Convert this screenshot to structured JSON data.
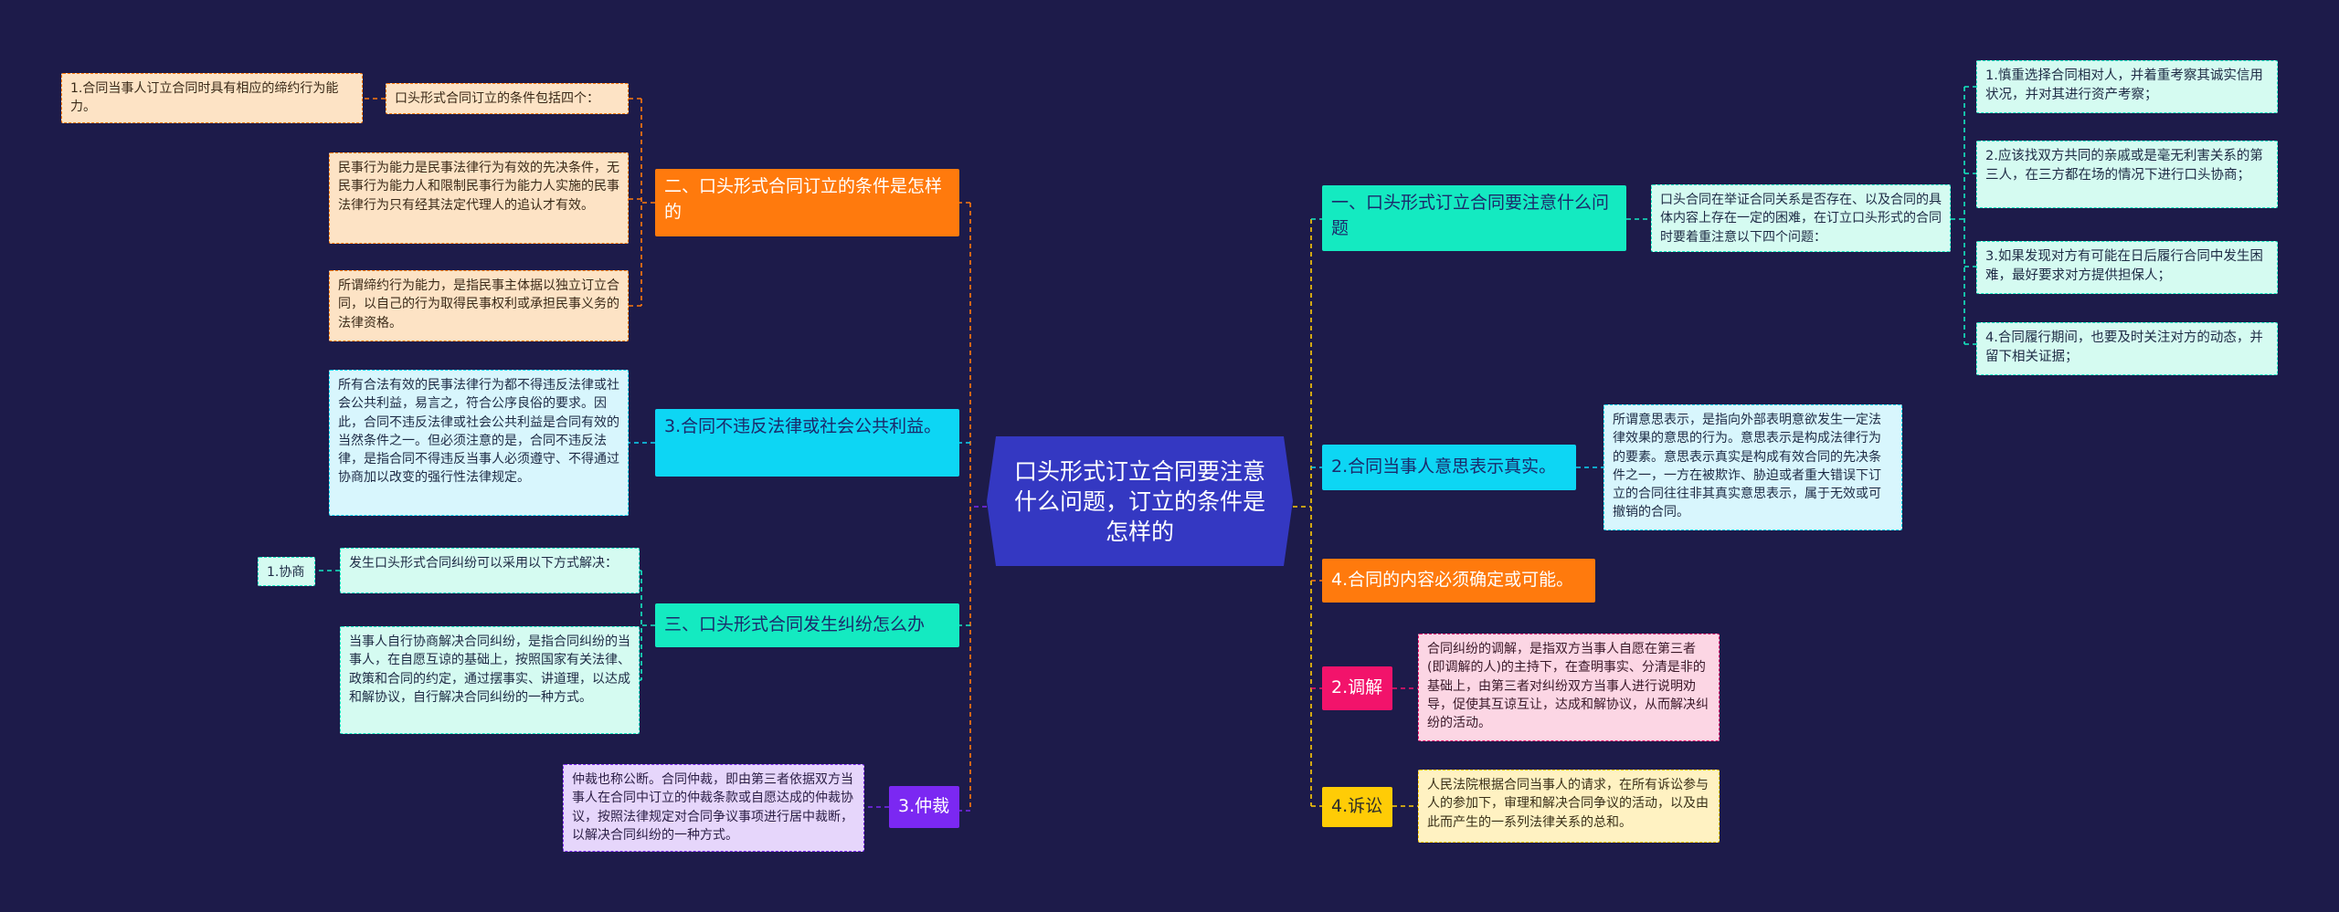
{
  "center": "口头形式订立合同要注意什么问题，订立的条件是怎样的",
  "right": {
    "b1": {
      "label": "一、口头形式订立合同要注意什么问题",
      "desc": "口头合同在举证合同关系是否存在、以及合同的具体内容上存在一定的困难，在订立口头形式的合同时要着重注意以下四个问题：",
      "items": [
        "1.慎重选择合同相对人，并着重考察其诚实信用状况，并对其进行资产考察；",
        "2.应该找双方共同的亲戚或是毫无利害关系的第三人，在三方都在场的情况下进行口头协商；",
        "3.如果发现对方有可能在日后履行合同中发生困难，最好要求对方提供担保人；",
        "4.合同履行期间，也要及时关注对方的动态，并留下相关证据；"
      ]
    },
    "b2": {
      "label": "2.合同当事人意思表示真实。",
      "desc": "所谓意思表示，是指向外部表明意欲发生一定法律效果的意思的行为。意思表示是构成法律行为的要素。意思表示真实是构成有效合同的先决条件之一，一方在被欺诈、胁迫或者重大错误下订立的合同往往非其真实意思表示，属于无效或可撤销的合同。"
    },
    "b3": {
      "label": "4.合同的内容必须确定或可能。"
    },
    "b4": {
      "label": "2.调解",
      "desc": "合同纠纷的调解，是指双方当事人自愿在第三者(即调解的人)的主持下，在查明事实、分清是非的基础上，由第三者对纠纷双方当事人进行说明劝导，促使其互谅互让，达成和解协议，从而解决纠纷的活动。"
    },
    "b5": {
      "label": "4.诉讼",
      "desc": "人民法院根据合同当事人的请求，在所有诉讼参与人的参加下，审理和解决合同争议的活动，以及由此而产生的一系列法律关系的总和。"
    }
  },
  "left": {
    "b1": {
      "label": "二、口头形式合同订立的条件是怎样的",
      "sub": "口头形式合同订立的条件包括四个：",
      "item1": "1.合同当事人订立合同时具有相应的缔约行为能力。",
      "desc1": "民事行为能力是民事法律行为有效的先决条件，无民事行为能力人和限制民事行为能力人实施的民事法律行为只有经其法定代理人的追认才有效。",
      "desc2": "所谓缔约行为能力，是指民事主体据以独立订立合同，以自己的行为取得民事权利或承担民事义务的法律资格。"
    },
    "b2": {
      "label": "3.合同不违反法律或社会公共利益。",
      "desc": "所有合法有效的民事法律行为都不得违反法律或社会公共利益，易言之，符合公序良俗的要求。因此，合同不违反法律或社会公共利益是合同有效的当然条件之一。但必须注意的是，合同不违反法律，是指合同不得违反当事人必须遵守、不得通过协商加以改变的强行性法律规定。"
    },
    "b3": {
      "label": "三、口头形式合同发生纠纷怎么办",
      "sub": "发生口头形式合同纠纷可以采用以下方式解决：",
      "item": "1.协商",
      "desc": "当事人自行协商解决合同纠纷，是指合同纠纷的当事人，在自愿互谅的基础上，按照国家有关法律、政策和合同的约定，通过摆事实、讲道理，以达成和解协议，自行解决合同纠纷的一种方式。"
    },
    "b4": {
      "label": "3.仲裁",
      "desc": "仲裁也称公断。合同仲裁，即由第三者依据双方当事人在合同中订立的仲裁条款或自愿达成的仲裁协议，按照法律规定对合同争议事项进行居中裁断，以解决合同纠纷的一种方式。"
    }
  },
  "colors": {
    "background": "#1d1b4a",
    "center": "#3438c2",
    "orange": "#ff7a0d",
    "cyan": "#0dd6f4",
    "teal": "#14eac1",
    "purple": "#7b28f2",
    "pink": "#f2136b",
    "yellow": "#ffcc06"
  }
}
